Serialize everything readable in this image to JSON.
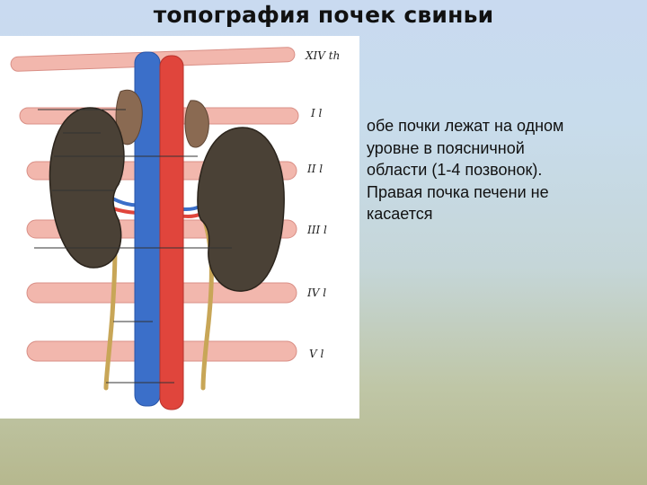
{
  "slide": {
    "title": "топография почек свиньи"
  },
  "figure": {
    "vertebra_labels": [
      "XIV th",
      "I l",
      "II l",
      "III l",
      "IV l",
      "V l"
    ]
  },
  "caption": {
    "lines": [
      "обе почки лежат на одном",
      "уровне в поясничной",
      "области (1-4 позвонок).",
      "Правая почка печени не",
      "касается"
    ]
  },
  "colors": {
    "rib": "#f2b7ad",
    "kidney": "#4a4136",
    "adrenal": "#8a6a52",
    "vena_cava": "#3b6fc9",
    "aorta": "#e0453c",
    "ureter": "#c8a657"
  }
}
